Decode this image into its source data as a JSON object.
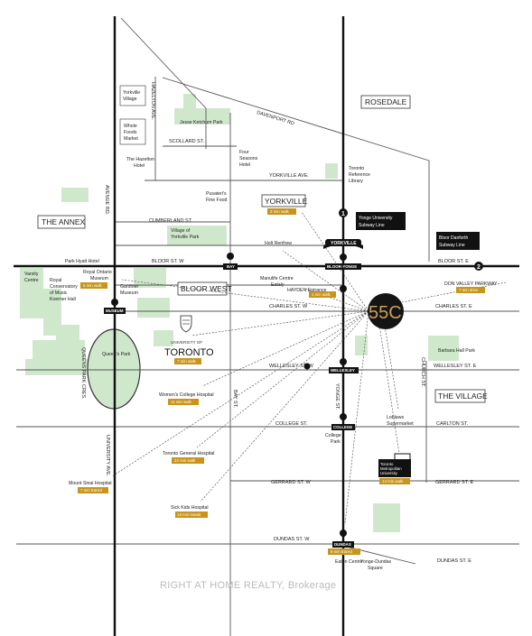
{
  "map": {
    "neighbourhoods": {
      "rosedale": "ROSEDALE",
      "the_annex": "THE ANNEX",
      "yorkville": "YORKVILLE",
      "bloor_west": "BLOOR WEST",
      "the_village": "THE VILLAGE"
    },
    "streets": {
      "davenport": "DAVENPORT RD",
      "hazelton": "HAZELTON AVE.",
      "scollard": "SCOLLARD ST.",
      "yorkville_ave": "YORKVILLE AVE.",
      "avenue_rd": "AVENUE RD.",
      "cumberland": "CUMBERLAND ST.",
      "bloor_w": "BLOOR ST. W",
      "bloor_e": "BLOOR ST. E",
      "charles_w": "CHARLES ST. W",
      "charles_e": "CHARLES ST. E",
      "wellesley_w": "WELLESLEY ST. W",
      "wellesley_e": "WELLESLEY ST. E",
      "bay": "BAY ST.",
      "yonge": "YONGE ST.",
      "church": "CHURCH ST.",
      "college": "COLLEGE ST.",
      "carlton": "CARLTON ST.",
      "gerrard_w": "GERRARD ST. W",
      "gerrard_e": "GERRARD ST. E",
      "dundas_w": "DUNDAS ST. W",
      "dundas_e": "DUNDAS ST. E",
      "queens_park_cres": "QUEENS PARK CRES.",
      "university": "UNIVERSITY AVE."
    },
    "pois": {
      "yorkville_village": [
        "Yorkville",
        "Village"
      ],
      "whole_foods": [
        "Whole",
        "Foods",
        "Market"
      ],
      "jesse_ketchum": "Jesse Ketchum Park",
      "hazelton_hotel": [
        "The Hazelton",
        "Hotel"
      ],
      "four_seasons": [
        "Four",
        "Seasons",
        "Hotel"
      ],
      "toronto_ref_library": [
        "Toronto",
        "Reference",
        "Library"
      ],
      "pusateris": [
        "Pusateri's",
        "Fine Food"
      ],
      "village_park": [
        "Village of",
        "Yorkville Park"
      ],
      "holt_renfrew": "Holt Renfrew",
      "park_hyatt": "Park Hyatt Hotel",
      "varsity": [
        "Varsity",
        "Centre"
      ],
      "conservatory": [
        "Royal",
        "Conservatory",
        "of Music",
        "Koerner Hall"
      ],
      "rom": [
        "Royal Ontario",
        "Museum"
      ],
      "gardiner": [
        "Gardiner",
        "Museum"
      ],
      "manulife": [
        "Manulife Centre",
        "Eataly"
      ],
      "hayden": "HAYDEN Entrance",
      "queens_park": "Queen's Park",
      "u_of_t_small": "UNIVERSITY OF",
      "u_of_t_big": "TORONTO",
      "barbara_hall": "Barbara Hall Park",
      "loblaws": [
        "Loblaws",
        "Supermarket"
      ],
      "womens_college": "Women's College Hospital",
      "college_park": [
        "College",
        "Park"
      ],
      "tmu": [
        "Toronto",
        "Metropolitan",
        "University"
      ],
      "general_hospital": "Toronto General Hospital",
      "mount_sinai": "Mount Sinai Hospital",
      "sick_kids": "Sick Kids Hospital",
      "eaton_centre": "Eaton Centre",
      "yonge_dundas": [
        "Yonge-Dundas",
        "Square"
      ],
      "don_valley": "DON VALLEY PARKWAY"
    },
    "badges": {
      "yorkville": "3 min walk",
      "hayden": "1 min walk",
      "uoft": "7 min walk",
      "womens_college": "11 min walk",
      "general_hospital": "22 min walk",
      "mount_sinai": "7 min transit",
      "sick_kids": "13 min transit",
      "tmu": "14 min walk",
      "dundas": "8 min transit",
      "don_valley": "7 min drive",
      "rom": "5 min walk"
    },
    "subway": {
      "yonge_line": [
        "Yonge University",
        "Subway Line"
      ],
      "bloor_line": [
        "Bloor Danforth",
        "Subway Line"
      ],
      "line1": "1",
      "line2": "2",
      "stations": {
        "bay": "BAY",
        "bloor_yonge": "BLOOR-YONGE",
        "museum": "MUSEUM",
        "wellesley": "WELLESLEY",
        "college": "COLLEGE",
        "dundas": "DUNDAS"
      }
    },
    "building_logo": "55C",
    "yorkville_sign": "YORKVILLE",
    "watermark": "RIGHT AT HOME REALTY, Brokerage",
    "colors": {
      "park_green": "#cfe8cc",
      "road": "#555555",
      "main_line": "#111111",
      "badge_gold": "#c8941c",
      "logo_gold": "#c8a05a",
      "logo_bg": "#141414"
    }
  }
}
